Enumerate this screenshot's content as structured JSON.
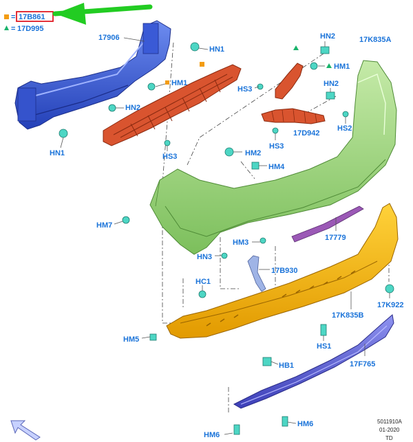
{
  "legend": {
    "orange_eq": "=",
    "orange_part": "17B861",
    "green_eq": "=",
    "green_part": "17D995",
    "orange_color": "#f39c12",
    "green_color": "#19b36b",
    "arrow_color": "#22cc22",
    "highlight_color": "#e01b24"
  },
  "colors": {
    "reinforcement": "#2f5bd6",
    "bracket": "#d9542f",
    "cover": "#9ad27a",
    "lower_cover": "#f3b51d",
    "skid_plate": "#5b5fd6",
    "strip": "#9b59b6",
    "clip": "#4dd6c4",
    "label": "#1a73d9"
  },
  "labels": {
    "p17906": "17906",
    "hn1_a": "HN1",
    "hn1_b": "HN1",
    "hm1_a": "HM1",
    "hm1_b": "HM1",
    "hn2_a": "HN2",
    "hn2_b": "HN2",
    "hn2_c": "HN2",
    "hs3_a": "HS3",
    "hs3_b": "HS3",
    "hs3_c": "HS3",
    "p17k835a": "17K835A",
    "p17d942": "17D942",
    "hs2": "HS2",
    "hm2": "HM2",
    "hm4": "HM4",
    "hm7": "HM7",
    "p17779": "17779",
    "hm3": "HM3",
    "hn3": "HN3",
    "p17b930": "17B930",
    "hc1": "HC1",
    "p17k922": "17K922",
    "p17k835b": "17K835B",
    "hm5": "HM5",
    "hs1": "HS1",
    "hb1": "HB1",
    "p17f765": "17F765",
    "hm6_a": "HM6",
    "hm6_b": "HM6"
  },
  "footer": {
    "code": "5011910A",
    "date": "01-2020",
    "suffix": "TD"
  }
}
